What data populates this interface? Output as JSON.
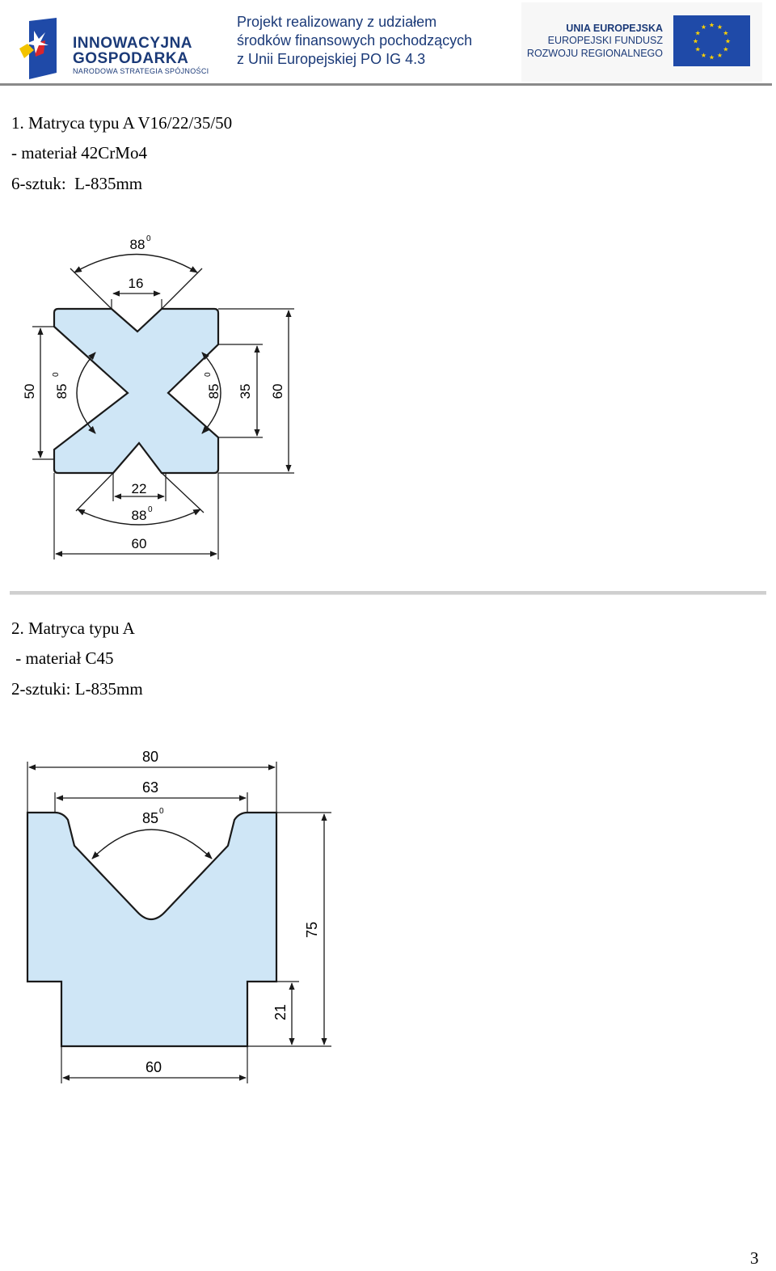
{
  "header": {
    "logo_left": {
      "line1": "INNOWACYJNA",
      "line2": "GOSPODARKA",
      "line3": "NARODOWA STRATEGIA SPÓJNOŚCI"
    },
    "project_text": [
      "Projekt realizowany z udziałem",
      "środków finansowych pochodzących",
      "z Unii Europejskiej PO IG 4.3"
    ],
    "logo_right": {
      "line1": "UNIA EUROPEJSKA",
      "line2": "EUROPEJSKI FUNDUSZ",
      "line3": "ROZWOJU REGIONALNEGO"
    }
  },
  "section1": {
    "title": "1. Matryca typu A V16/22/35/50",
    "material": "- materiał 42CrMo4",
    "quantity": "6-sztuk:  L-835mm",
    "drawing": {
      "top_angle": "88",
      "top_width": "16",
      "left_height": "50",
      "left_angle": "85",
      "right_angle": "85",
      "right_height": "35",
      "total_height": "60",
      "bottom_width": "22",
      "bottom_angle": "88",
      "total_width": "60"
    }
  },
  "section2": {
    "title": "2. Matryca typu A",
    "material": " - materiał C45",
    "quantity": "2-sztuki: L-835mm",
    "drawing": {
      "total_width": "80",
      "inner_width": "63",
      "angle": "85",
      "total_height": "75",
      "base_height": "21",
      "base_width": "60"
    }
  },
  "page_number": "3",
  "colors": {
    "die_fill": "#cfe6f6",
    "outline": "#1a1a1a",
    "header_blue": "#1b3a78"
  }
}
